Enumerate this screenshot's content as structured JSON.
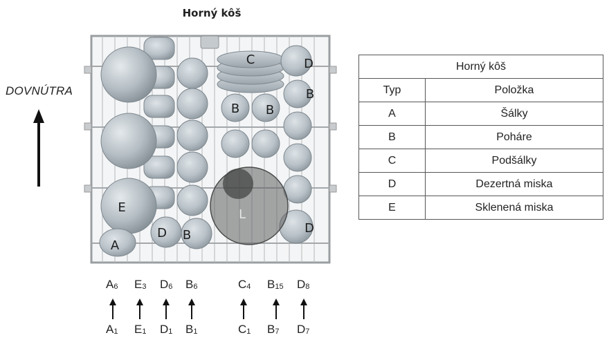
{
  "title": "Horný kôš",
  "direction_label": "DOVNÚTRA",
  "rack_labels": {
    "A": "A",
    "B": "B",
    "C": "C",
    "D": "D",
    "E": "E",
    "L": "L"
  },
  "table": {
    "title": "Horný kôš",
    "header": {
      "typ": "Typ",
      "item": "Položka"
    },
    "rows": [
      {
        "typ": "A",
        "item": "Šálky"
      },
      {
        "typ": "B",
        "item": "Poháre"
      },
      {
        "typ": "C",
        "item": "Podšálky"
      },
      {
        "typ": "D",
        "item": "Dezertná miska"
      },
      {
        "typ": "E",
        "item": "Sklenená miska"
      }
    ]
  },
  "columns": [
    {
      "top": {
        "letter": "A",
        "index": "6"
      },
      "bottom": {
        "letter": "A",
        "index": "1"
      }
    },
    {
      "top": {
        "letter": "E",
        "index": "3"
      },
      "bottom": {
        "letter": "E",
        "index": "1"
      }
    },
    {
      "top": {
        "letter": "D",
        "index": "6"
      },
      "bottom": {
        "letter": "D",
        "index": "1"
      }
    },
    {
      "top": {
        "letter": "B",
        "index": "6"
      },
      "bottom": {
        "letter": "B",
        "index": "1"
      }
    },
    {
      "top": {
        "letter": "C",
        "index": "4"
      },
      "bottom": {
        "letter": "C",
        "index": "1"
      }
    },
    {
      "top": {
        "letter": "B",
        "index": "15"
      },
      "bottom": {
        "letter": "B",
        "index": "7"
      }
    },
    {
      "top": {
        "letter": "D",
        "index": "8"
      },
      "bottom": {
        "letter": "D",
        "index": "7"
      }
    }
  ],
  "colors": {
    "text": "#222222",
    "rack_wire": "#8f9396",
    "dish_fill": "#bcc5cb",
    "dish_shadow": "#8a949b",
    "glass_bowl": "#5c5c5c"
  }
}
